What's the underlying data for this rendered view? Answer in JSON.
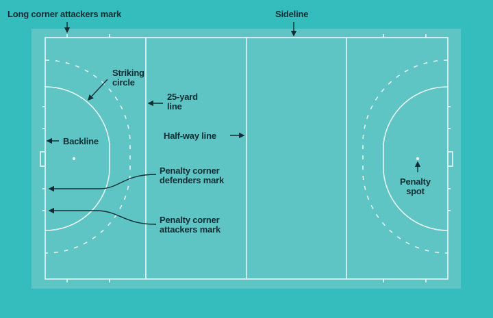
{
  "title": "Hockey pitch markings",
  "colors": {
    "background": "#35bcbc",
    "field": "#5ec4c4",
    "lines": "#e9f7f7",
    "text": "#0f2e34"
  },
  "labels": {
    "long_corner": "Long corner attackers mark",
    "sideline": "Sideline",
    "striking_circle": [
      "Striking",
      "circle"
    ],
    "yard25": [
      "25-yard",
      "line"
    ],
    "backline": "Backline",
    "halfway": "Half-way line",
    "pc_defenders": [
      "Penalty corner",
      "defenders mark"
    ],
    "pc_attackers": [
      "Penalty corner",
      "attackers mark"
    ],
    "penalty_spot": [
      "Penalty",
      "spot"
    ]
  }
}
